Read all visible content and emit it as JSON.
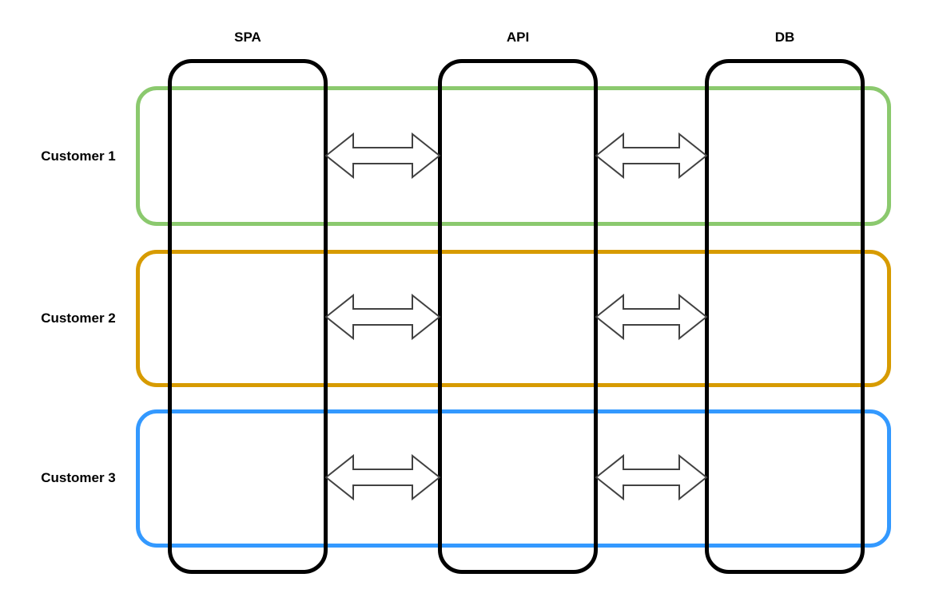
{
  "diagram": {
    "background": "#FFFFFF",
    "columns": [
      {
        "label": "SPA"
      },
      {
        "label": "API"
      },
      {
        "label": "DB"
      }
    ],
    "rows": [
      {
        "label": "Customer 1",
        "color": "#8BC96E"
      },
      {
        "label": "Customer 2",
        "color": "#D79B00"
      },
      {
        "label": "Customer 3",
        "color": "#3399FF"
      }
    ],
    "column_stroke": "#000000",
    "arrow": {
      "fill": "#FFFFFF",
      "stroke": "#424242"
    }
  }
}
